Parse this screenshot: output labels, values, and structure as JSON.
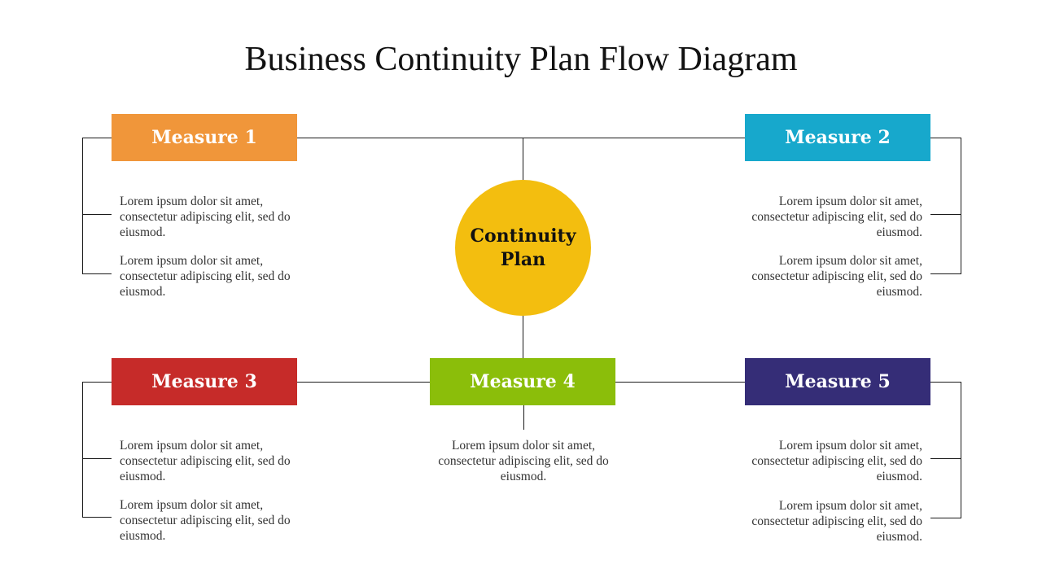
{
  "title": "Business Continuity Plan Flow Diagram",
  "center": {
    "label": "Continuity Plan",
    "color": "#F3BE0F"
  },
  "measures": [
    {
      "label": "Measure 1",
      "color": "#F0963A"
    },
    {
      "label": "Measure 2",
      "color": "#17A8CC"
    },
    {
      "label": "Measure 3",
      "color": "#C62B29"
    },
    {
      "label": "Measure 4",
      "color": "#8BBE0A"
    },
    {
      "label": "Measure 5",
      "color": "#352D77"
    }
  ],
  "descriptions": {
    "m1": [
      "Lorem ipsum dolor sit amet, consectetur adipiscing elit, sed do eiusmod.",
      "Lorem ipsum dolor sit amet, consectetur adipiscing elit, sed do eiusmod."
    ],
    "m2": [
      "Lorem ipsum dolor sit amet, consectetur adipiscing elit, sed do eiusmod.",
      "Lorem ipsum dolor sit amet, consectetur adipiscing elit, sed do eiusmod."
    ],
    "m3": [
      "Lorem ipsum dolor sit amet, consectetur adipiscing elit, sed do eiusmod.",
      "Lorem ipsum dolor sit amet, consectetur adipiscing elit, sed do eiusmod."
    ],
    "m4": [
      "Lorem ipsum dolor sit amet, consectetur adipiscing elit, sed do eiusmod."
    ],
    "m5": [
      "Lorem ipsum dolor sit amet, consectetur adipiscing elit, sed do eiusmod.",
      "Lorem ipsum dolor sit amet, consectetur adipiscing elit, sed do eiusmod."
    ]
  }
}
